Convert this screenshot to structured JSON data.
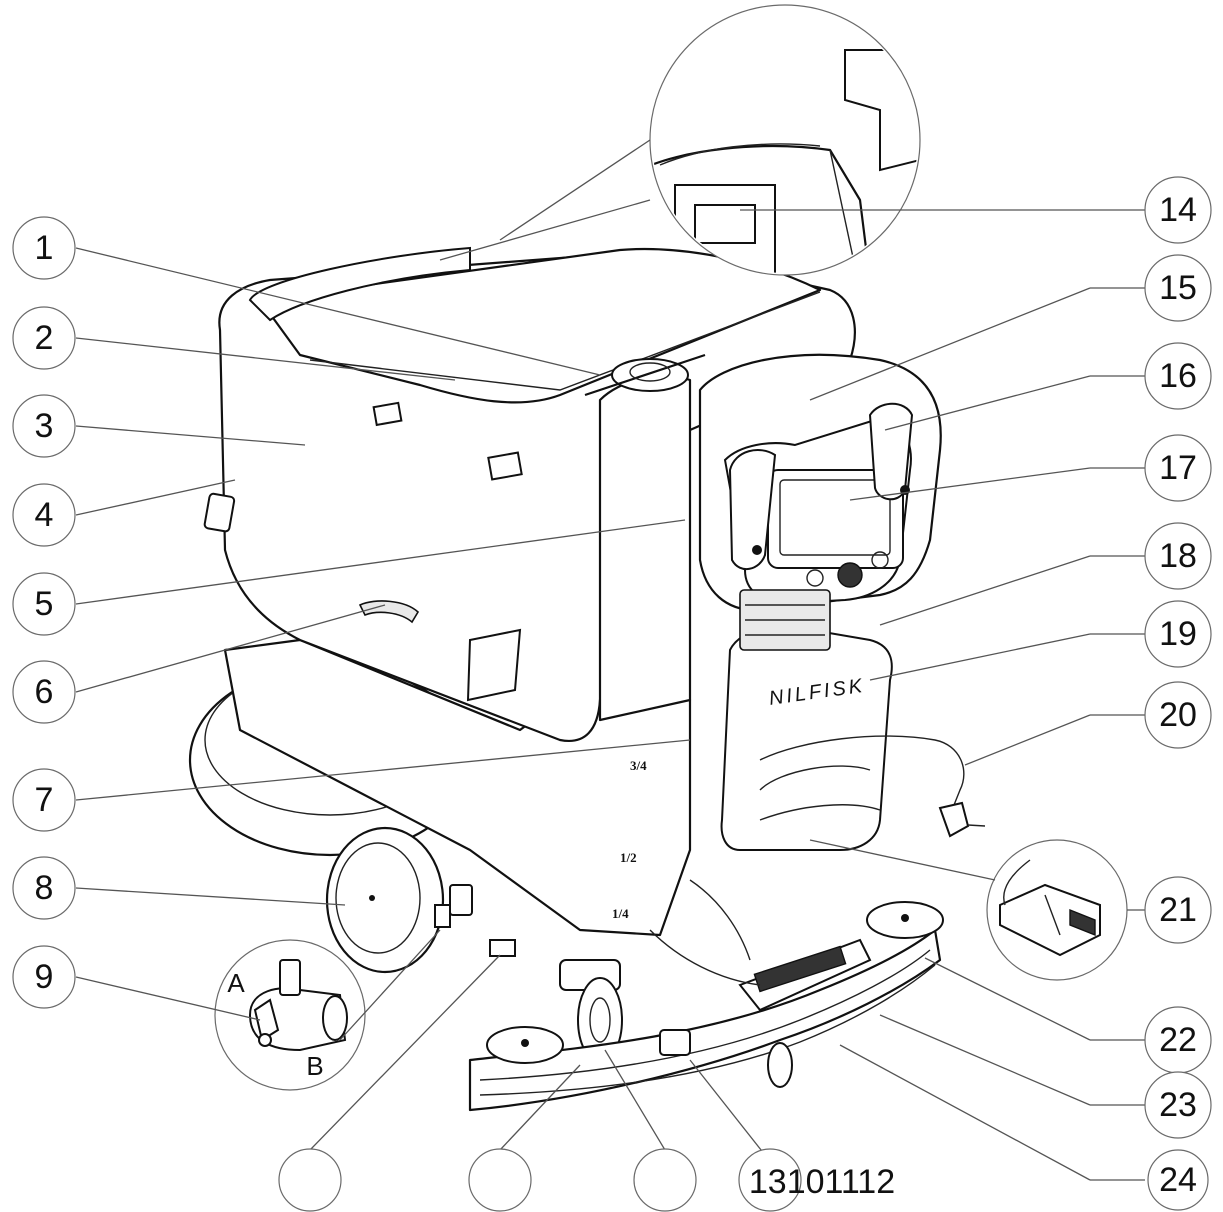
{
  "diagram": {
    "callouts": [
      "1",
      "2",
      "3",
      "4",
      "5",
      "6",
      "7",
      "8",
      "9",
      "14",
      "15",
      "16",
      "17",
      "18",
      "19",
      "20",
      "21",
      "22",
      "23",
      "24"
    ],
    "bottom_callouts": [
      "",
      "",
      ""
    ],
    "part_number": "13101112",
    "valve_labels": {
      "a": "A",
      "b": "B"
    },
    "level_marks": [
      "3/4",
      "1/2",
      "1/4"
    ],
    "brand": "NILFISK"
  }
}
